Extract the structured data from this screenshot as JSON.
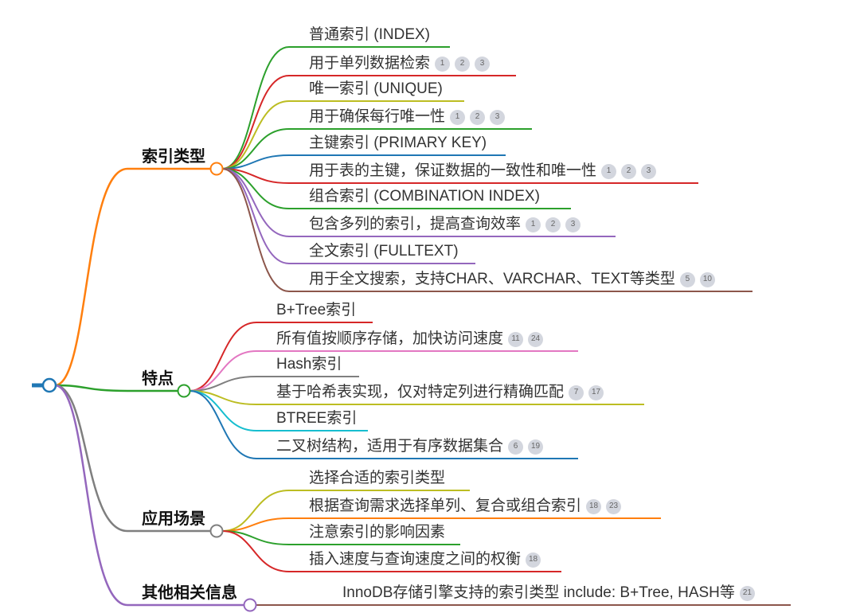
{
  "colors": {
    "root": "#1f77b4",
    "orange": "#ff7f0e",
    "green": "#2ca02c",
    "red": "#d62728",
    "olive": "#bcbd22",
    "blue": "#1f77b4",
    "purple": "#9467bd",
    "brown": "#8c564b",
    "pink": "#e377c2",
    "gray": "#7f7f7f",
    "cyan": "#17becf",
    "badge": "#d3d6de"
  },
  "branches": [
    {
      "label": "索引类型",
      "color": "orange",
      "leaves": [
        {
          "text": "普通索引 (INDEX)",
          "badges": [],
          "color": "green"
        },
        {
          "text": "用于单列数据检索",
          "badges": [
            "1",
            "2",
            "3"
          ],
          "color": "red"
        },
        {
          "text": "唯一索引 (UNIQUE)",
          "badges": [],
          "color": "olive"
        },
        {
          "text": "用于确保每行唯一性",
          "badges": [
            "1",
            "2",
            "3"
          ],
          "color": "green"
        },
        {
          "text": "主键索引 (PRIMARY KEY)",
          "badges": [],
          "color": "blue"
        },
        {
          "text": "用于表的主键，保证数据的一致性和唯一性",
          "badges": [
            "1",
            "2",
            "3"
          ],
          "color": "red"
        },
        {
          "text": "组合索引 (COMBINATION INDEX)",
          "badges": [],
          "color": "green"
        },
        {
          "text": "包含多列的索引，提高查询效率",
          "badges": [
            "1",
            "2",
            "3"
          ],
          "color": "purple"
        },
        {
          "text": "全文索引 (FULLTEXT)",
          "badges": [],
          "color": "purple"
        },
        {
          "text": "用于全文搜索，支持CHAR、VARCHAR、TEXT等类型",
          "badges": [
            "5",
            "10"
          ],
          "color": "brown"
        }
      ]
    },
    {
      "label": "特点",
      "color": "green",
      "leaves": [
        {
          "text": "B+Tree索引",
          "badges": [],
          "color": "red"
        },
        {
          "text": "所有值按顺序存储，加快访问速度",
          "badges": [
            "11",
            "24"
          ],
          "color": "pink"
        },
        {
          "text": "Hash索引",
          "badges": [],
          "color": "gray"
        },
        {
          "text": "基于哈希表实现，仅对特定列进行精确匹配",
          "badges": [
            "7",
            "17"
          ],
          "color": "olive"
        },
        {
          "text": "BTREE索引",
          "badges": [],
          "color": "cyan"
        },
        {
          "text": "二叉树结构，适用于有序数据集合",
          "badges": [
            "6",
            "19"
          ],
          "color": "blue"
        }
      ]
    },
    {
      "label": "应用场景",
      "color": "gray",
      "leaves": [
        {
          "text": "选择合适的索引类型",
          "badges": [],
          "color": "olive"
        },
        {
          "text": "根据查询需求选择单列、复合或组合索引",
          "badges": [
            "18",
            "23"
          ],
          "color": "orange"
        },
        {
          "text": "注意索引的影响因素",
          "badges": [],
          "color": "green"
        },
        {
          "text": "插入速度与查询速度之间的权衡",
          "badges": [
            "18"
          ],
          "color": "red"
        }
      ]
    },
    {
      "label": "其他相关信息",
      "color": "purple",
      "leaves": [
        {
          "text": "InnoDB存储引擎支持的索引类型 include: B+Tree, HASH等",
          "badges": [
            "21"
          ],
          "color": "brown"
        }
      ]
    }
  ]
}
